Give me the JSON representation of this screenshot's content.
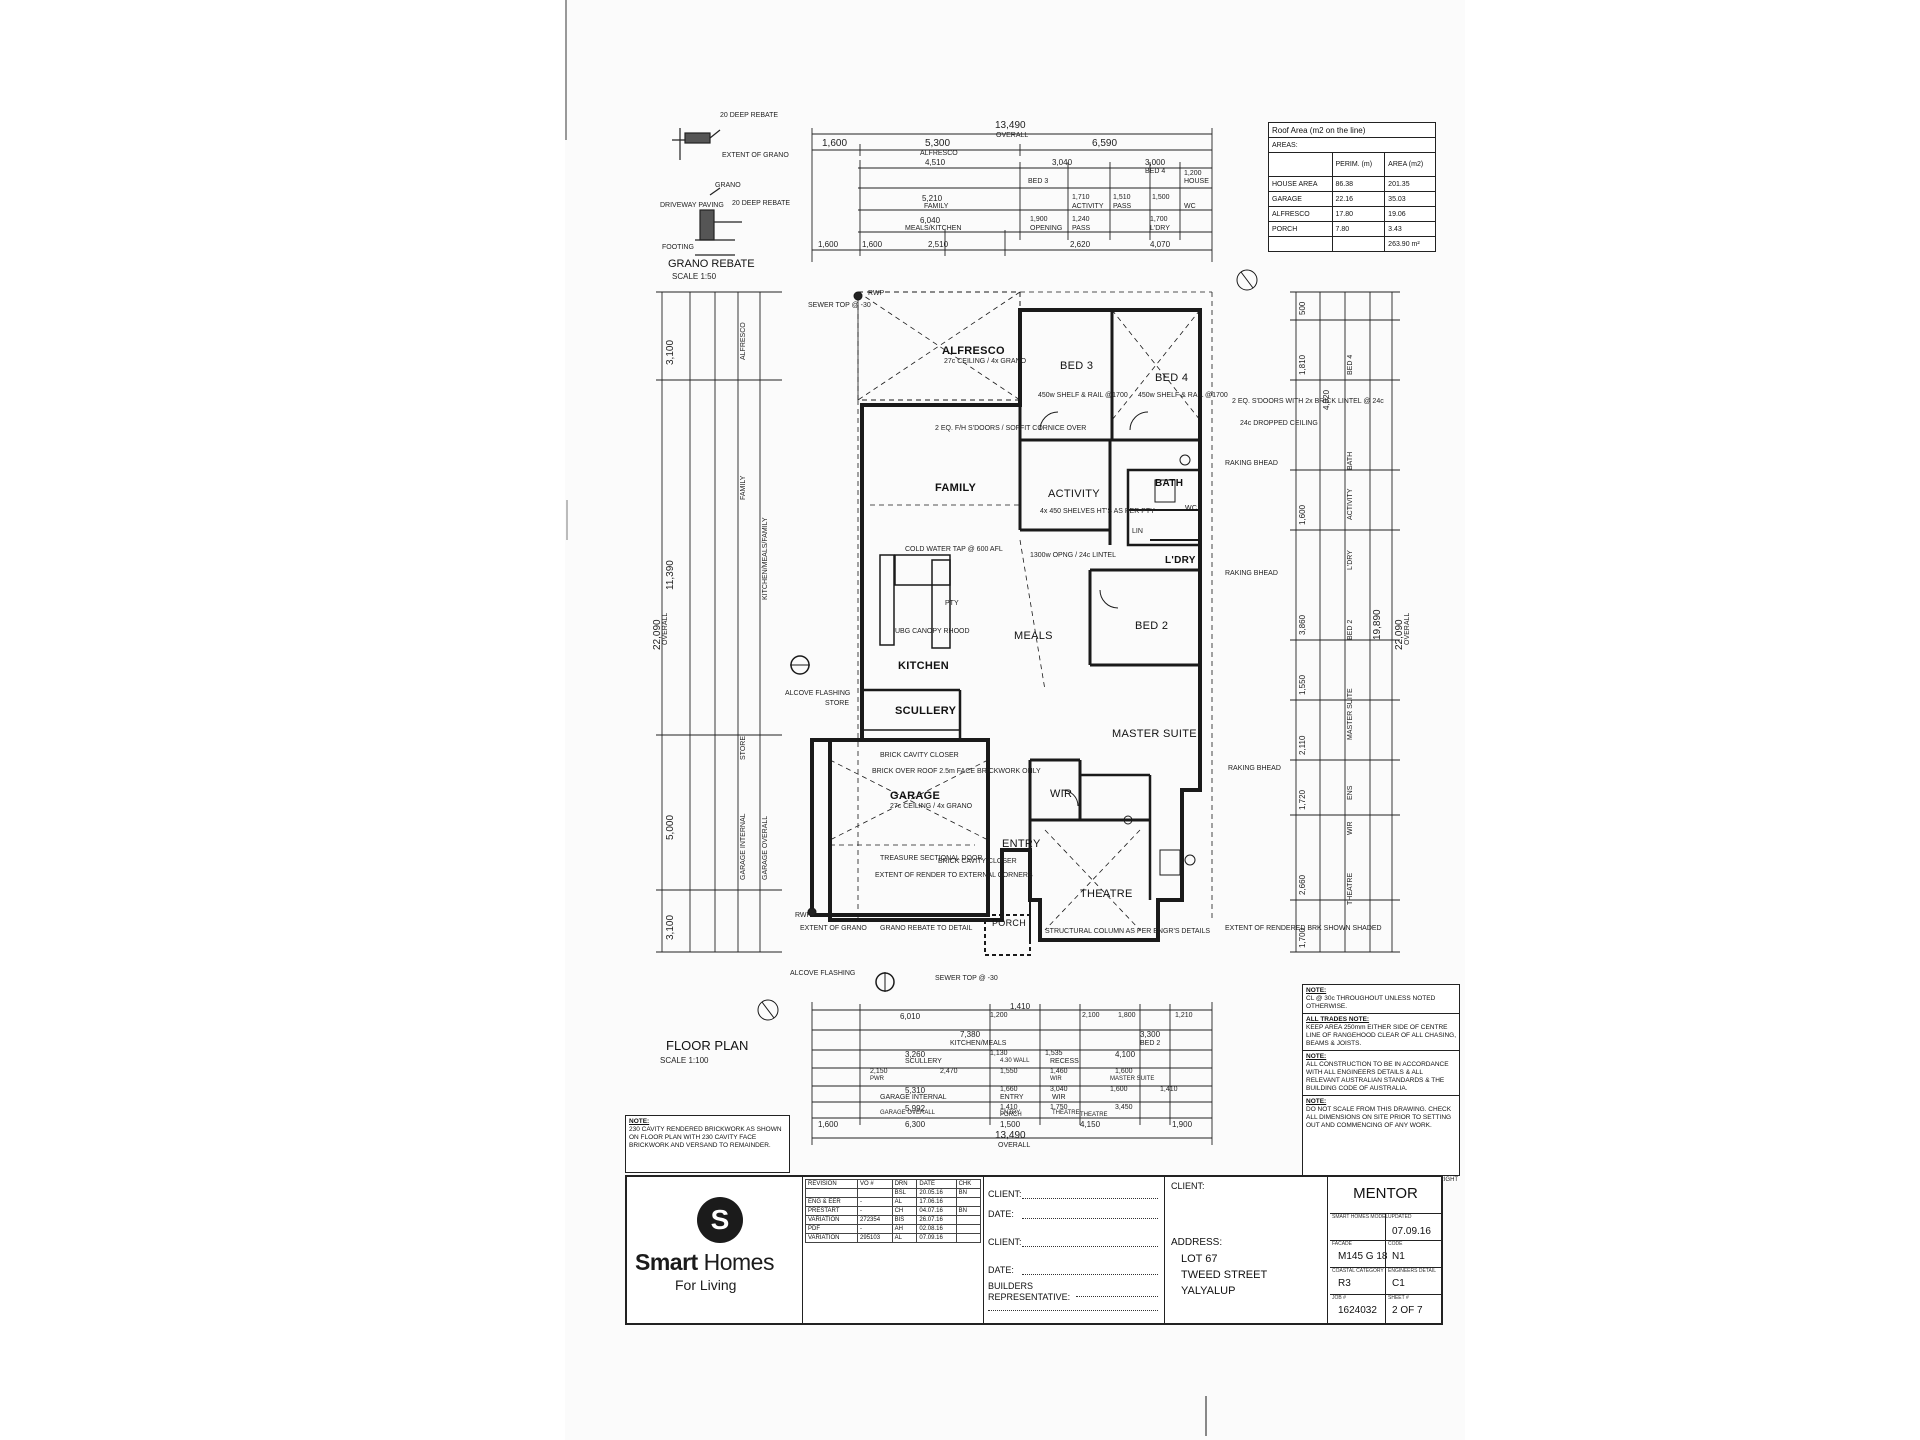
{
  "roof_table": {
    "title": "Roof Area (m2 on the line)",
    "areas_label": "AREAS:",
    "col_perim": "PERIM. (m)",
    "col_area": "AREA (m2)",
    "rows": [
      {
        "name": "HOUSE AREA",
        "perim": "86.38",
        "area": "201.35"
      },
      {
        "name": "GARAGE",
        "perim": "22.16",
        "area": "35.03"
      },
      {
        "name": "ALFRESCO",
        "perim": "17.80",
        "area": "19.06"
      },
      {
        "name": "PORCH",
        "perim": "7.80",
        "area": "3.43"
      }
    ],
    "total": "263.90 m²"
  },
  "grano": {
    "title": "GRANO REBATE",
    "scale": "SCALE 1:50",
    "labels": [
      "20 DEEP REBATE",
      "EXTENT OF GRANO",
      "DRIVEWAY PAVING",
      "20 DEEP REBATE",
      "FOOTING",
      "GRANO"
    ]
  },
  "top_dims": {
    "overall": "13,490",
    "overall_label": "OVERALL",
    "row1": [
      "1,600",
      "5,300",
      "6,590"
    ],
    "row1_sub": [
      "ALFRESCO",
      "4,510"
    ],
    "row2": [
      "3,040",
      "3,000",
      "1,200"
    ],
    "row2_sub": [
      "BED 3",
      "BED 4",
      "HOUSE"
    ],
    "row3": [
      "5,210",
      "1,710",
      "1,510",
      "1,500"
    ],
    "row3_sub": [
      "FAMILY",
      "ACTIVITY",
      "PASS",
      "WC"
    ],
    "row4": [
      "6,040",
      "1,900",
      "1,240",
      "1,700"
    ],
    "row4_sub": [
      "MEALS/KITCHEN",
      "OPENING",
      "PASS",
      "L'DRY"
    ],
    "row5": [
      "1,600",
      "1,600",
      "2,510",
      "2,620",
      "4,070"
    ]
  },
  "bottom_dims": {
    "overall": "13,490",
    "overall_label": "OVERALL",
    "row1": [
      "6,010",
      "1,410",
      "1,200",
      "2,100",
      "1,800",
      "1,210"
    ],
    "row2": [
      "7,380",
      "3,300"
    ],
    "row2_sub": [
      "KITCHEN/MEALS",
      "BED 2"
    ],
    "row3": [
      "3,260",
      "1,130",
      "1,535",
      "4,100"
    ],
    "row3_sub": [
      "SCULLERY",
      "4.30 WALL",
      "RECESS"
    ],
    "row4": [
      "2,150",
      "2,470",
      "1,550",
      "1,460",
      "1,600"
    ],
    "row4_sub": [
      "PWR",
      "WIR",
      "MASTER SUITE"
    ],
    "row5": [
      "5,310",
      "1,660",
      "3,040",
      "1,600",
      "1,410"
    ],
    "row5_sub": [
      "GARAGE INTERNAL",
      "ENTRY",
      "WIR"
    ],
    "row6": [
      "5,992",
      "1,410",
      "1,750",
      "3,450"
    ],
    "row6_sub": [
      "GARAGE OVERALL",
      "ENTRY",
      "THEATRE"
    ],
    "row7": [
      "1,600",
      "6,300",
      "1,500",
      "4,150",
      "1,900"
    ],
    "row7_sub": [
      "PORCH",
      "THEATRE"
    ]
  },
  "left_dims": {
    "overall": "22,090",
    "overall_label": "OVERALL",
    "main": [
      "3,100",
      "11,390",
      "5,000",
      "3,100"
    ],
    "sub": [
      "ALFRESCO",
      "FAMILY",
      "KITCHEN/MEALS/FAMILY",
      "STORE",
      "GARAGE INTERNAL",
      "GARAGE OVERALL"
    ]
  },
  "right_dims": {
    "overall": "22,090",
    "overall_label": "OVERALL",
    "inner": "19,890",
    "main": [
      "500",
      "1,810",
      "4,020",
      "1,600",
      "3,860",
      "1,550",
      "2,110",
      "1,720",
      "2,660",
      "1,700"
    ],
    "sub": [
      "BED 4",
      "BATH",
      "ACTIVITY",
      "L'DRY",
      "BED 2",
      "MASTER SUITE",
      "ENS",
      "WIR",
      "THEATRE"
    ]
  },
  "rooms": {
    "alfresco": "ALFRESCO",
    "alfresco_note": "27c CEILING / 4x GRANO",
    "bed3": "BED 3",
    "bed4": "BED 4",
    "family": "FAMILY",
    "activity": "ACTIVITY",
    "bath": "BATH",
    "ldry": "L'DRY",
    "meals": "MEALS",
    "kitchen": "KITCHEN",
    "bed2": "BED 2",
    "scullery": "SCULLERY",
    "garage": "GARAGE",
    "garage_note": "27c CEILING / 4x GRANO",
    "master": "MASTER SUITE",
    "wir": "WIR",
    "entry": "ENTRY",
    "theatre": "THEATRE",
    "porch": "PORCH",
    "wc": "WC"
  },
  "plan_notes": {
    "soffit": "2 EQ. F/H S'DOORS / SOFFIT CORNICE OVER",
    "bed_shelf": "450w SHELF & RAIL @1700",
    "sliding": "2 EQ. S'DOORS WITH 2x BRICK LINTEL @ 24c",
    "dropped": "24c DROPPED CEILING",
    "raking": "RAKING BHEAD",
    "shelves": "4x 450 SHELVES HT'S AS PER PTY",
    "cold_water": "COLD WATER TAP @ 600 AFL",
    "canopy": "UBG CANOPY RHOOD",
    "alcove": "ALCOVE FLASHING",
    "brick_cavity": "BRICK CAVITY CLOSER",
    "brick_over": "BRICK OVER ROOF 2.5m FACE BRICKWORK ONLY",
    "sectional": "TREASURE SECTIONAL DOOR",
    "extent_render": "EXTENT OF RENDER TO EXTERNAL CORNERS",
    "structural": "STRUCTURAL COLUMN AS PER ENGR'S DETAILS",
    "extent_grano": "EXTENT OF GRANO",
    "grano_rebate": "GRANO REBATE TO DETAIL",
    "rendered_brick": "EXTENT OF RENDERED BRK SHOWN SHADED",
    "rwp": "RWP",
    "sewer": "SEWER TOP @ -30",
    "opening": "1300w OPNG / 24c LINTEL",
    "store": "STORE",
    "pantry": "PTY",
    "linen": "LIN"
  },
  "floor_plan_title": "FLOOR PLAN",
  "floor_plan_scale": "SCALE 1:100",
  "notes_panel": [
    {
      "head": "NOTE:",
      "text": "CL @ 30c THROUGHOUT UNLESS NOTED OTHERWISE."
    },
    {
      "head": "ALL TRADES NOTE:",
      "text": "KEEP AREA 250mm EITHER SIDE OF CENTRE LINE OF RANGEHOOD CLEAR OF ALL CHASING, BEAMS & JOISTS."
    },
    {
      "head": "NOTE:",
      "text": "ALL CONSTRUCTION TO BE IN ACCORDANCE WITH ALL ENGINEERS DETAILS & ALL RELEVANT AUSTRALIAN STANDARDS & THE BUILDING CODE OF AUSTRALIA."
    },
    {
      "head": "NOTE:",
      "text": "DO NOT SCALE FROM THIS DRAWING. CHECK ALL DIMENSIONS ON SITE PRIOR TO SETTING OUT AND COMMENCING OF ANY WORK."
    }
  ],
  "copyright": "©COPYRIGHT",
  "bottom_note": {
    "head": "NOTE:",
    "text": "230 CAVITY RENDERED BRICKWORK AS SHOWN ON FLOOR PLAN WITH 230 CAVITY FACE BRICKWORK AND VERSAND TO REMAINDER."
  },
  "title_block": {
    "brand_bold": "Smart",
    "brand_light": " Homes",
    "brand_sub": "For Living",
    "logo_letter": "S",
    "revisions": {
      "headers": [
        "REVISION",
        "VO #",
        "DRN",
        "DATE",
        "CHK"
      ],
      "rows": [
        [
          "",
          "",
          "BSL",
          "20.05.16",
          "BN"
        ],
        [
          "ENG & EER",
          "-",
          "AL",
          "17.06.16",
          ""
        ],
        [
          "PRESTART",
          "-",
          "CH",
          "04.07.16",
          "BN"
        ],
        [
          "VARIATION",
          "272354",
          "BIS",
          "26.07.16",
          ""
        ],
        [
          "PDF",
          "-",
          "AH",
          "02.08.16",
          ""
        ],
        [
          "VARIATION",
          "295103",
          "AL",
          "07.09.16",
          ""
        ]
      ]
    },
    "client_label": "CLIENT:",
    "date_label": "DATE:",
    "builders_rep": "BUILDERS REPRESENTATIVE:",
    "client_right": "CLIENT:",
    "address_label": "ADDRESS:",
    "address": [
      "LOT 67",
      "TWEED STREET",
      "YALYALUP"
    ],
    "design": "MENTOR",
    "cells": [
      {
        "label": "SMART HOMES MODEL",
        "value": ""
      },
      {
        "label": "UPDATED",
        "value": "07.09.16"
      },
      {
        "label": "FACADE",
        "value": "M145 G 18"
      },
      {
        "label": "CODE",
        "value": "N1"
      },
      {
        "label": "COASTAL CATEGORY",
        "value": "R3"
      },
      {
        "label": "ENGINEERS DETAIL",
        "value": "C1"
      },
      {
        "label": "JOB #",
        "value": "1624032"
      },
      {
        "label": "SHEET #",
        "value": "2 OF 7"
      }
    ]
  },
  "colors": {
    "line": "#222222",
    "paper": "#ffffff",
    "logo": "#1b1b1b"
  }
}
